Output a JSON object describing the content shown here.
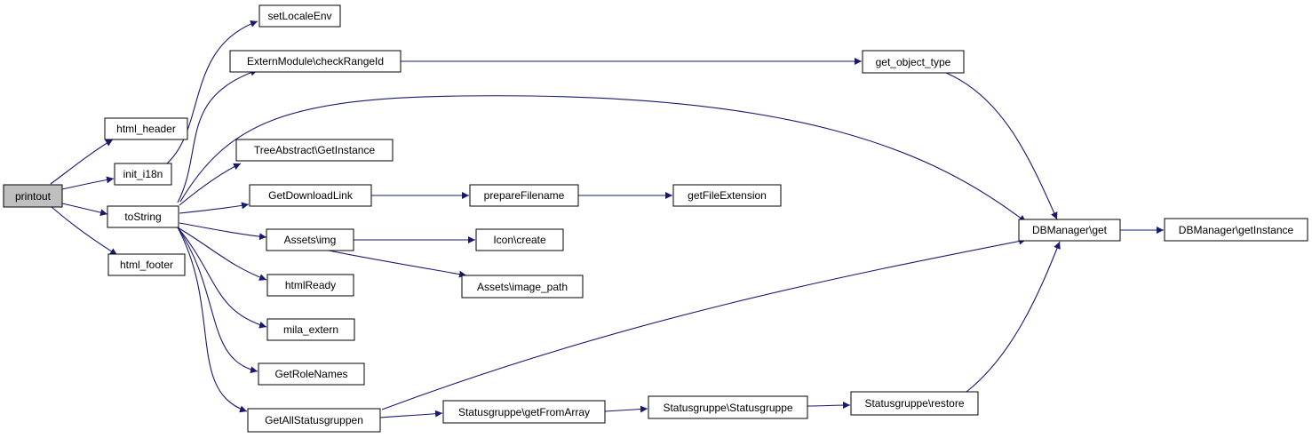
{
  "colors": {
    "edge": "#191970",
    "root_fill": "#bfbfbf",
    "node_fill": "#ffffff",
    "node_stroke": "#000000"
  },
  "nodes": {
    "printout": "printout",
    "html_header": "html_header",
    "init_i18n": "init_i18n",
    "toString": "toString",
    "html_footer": "html_footer",
    "setLocaleEnv": "setLocaleEnv",
    "checkRangeId": "ExternModule\\checkRangeId",
    "treeInstance": "TreeAbstract\\GetInstance",
    "getDownloadLink": "GetDownloadLink",
    "assetsImg": "Assets\\img",
    "htmlReady": "htmlReady",
    "milaExtern": "mila_extern",
    "getRoleNames": "GetRoleNames",
    "getAllStatusgruppen": "GetAllStatusgruppen",
    "prepareFilename": "prepareFilename",
    "getFileExtension": "getFileExtension",
    "iconCreate": "Icon\\create",
    "imagePath": "Assets\\image_path",
    "getObjectType": "get_object_type",
    "dbGet": "DBManager\\get",
    "dbGetInstance": "DBManager\\getInstance",
    "sgGetFromArray": "Statusgruppe\\getFromArray",
    "sgConstruct": "Statusgruppe\\Statusgruppe",
    "sgRestore": "Statusgruppe\\restore"
  }
}
